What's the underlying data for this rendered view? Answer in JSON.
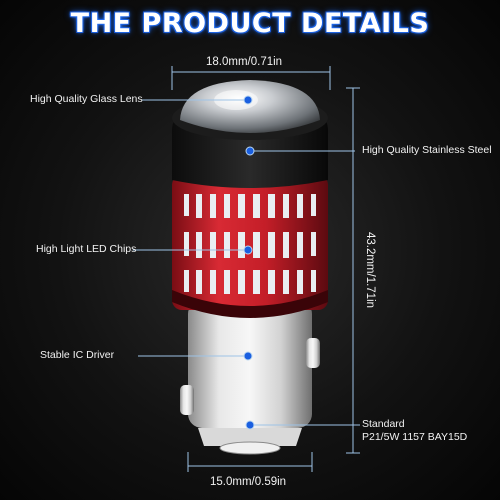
{
  "header": {
    "title": "THE PRODUCT DETAILS"
  },
  "dimensions": {
    "top_width": "18.0mm/0.71in",
    "height": "43.2mm/1.71in",
    "bottom_width": "15.0mm/0.59in"
  },
  "callouts": {
    "glass_lens": "High Quality Glass Lens",
    "stainless_steel": "High Quality Stainless Steel",
    "led_chips": "High Light LED Chips",
    "ic_driver": "Stable IC Driver",
    "standard_label": "Standard",
    "standard_value": "P21/5W 1157 BAY15D"
  },
  "colors": {
    "title_glow": "#1a5fe0",
    "leader_lines": "#9ec3e6",
    "led_red": "#e0303a",
    "led_chip": "#e9eef2"
  }
}
